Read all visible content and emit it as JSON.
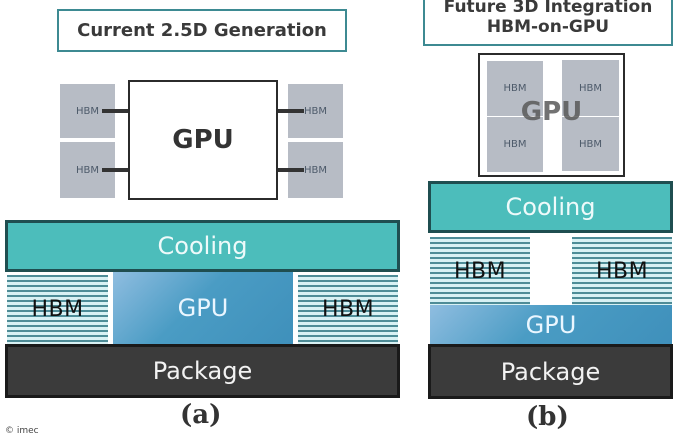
{
  "panel_a": {
    "title": "Current 2.5D Generation",
    "top_view": {
      "gpu_label": "GPU",
      "hbm_labels": [
        "HBM",
        "HBM",
        "HBM",
        "HBM"
      ]
    },
    "stack": {
      "cooling": "Cooling",
      "hbm_left": "HBM",
      "gpu": "GPU",
      "hbm_right": "HBM",
      "package": "Package"
    },
    "label": "(a)"
  },
  "panel_b": {
    "title_line1": "Future 3D Integration",
    "title_line2": "HBM-on-GPU",
    "top_view": {
      "gpu_label": "GPU",
      "hbm_labels": [
        "HBM",
        "HBM",
        "HBM",
        "HBM"
      ]
    },
    "stack": {
      "cooling": "Cooling",
      "hbm_left": "HBM",
      "hbm_right": "HBM",
      "gpu": "GPU",
      "package": "Package"
    },
    "label": "(b)"
  },
  "credit": "© imec",
  "colors": {
    "cooling": "#4cbdbb",
    "gpu_layer": "#4a9cc4",
    "package": "#3b3b3b",
    "hbm_chip": "#b7bcc5",
    "title_border": "#3d8a92"
  }
}
